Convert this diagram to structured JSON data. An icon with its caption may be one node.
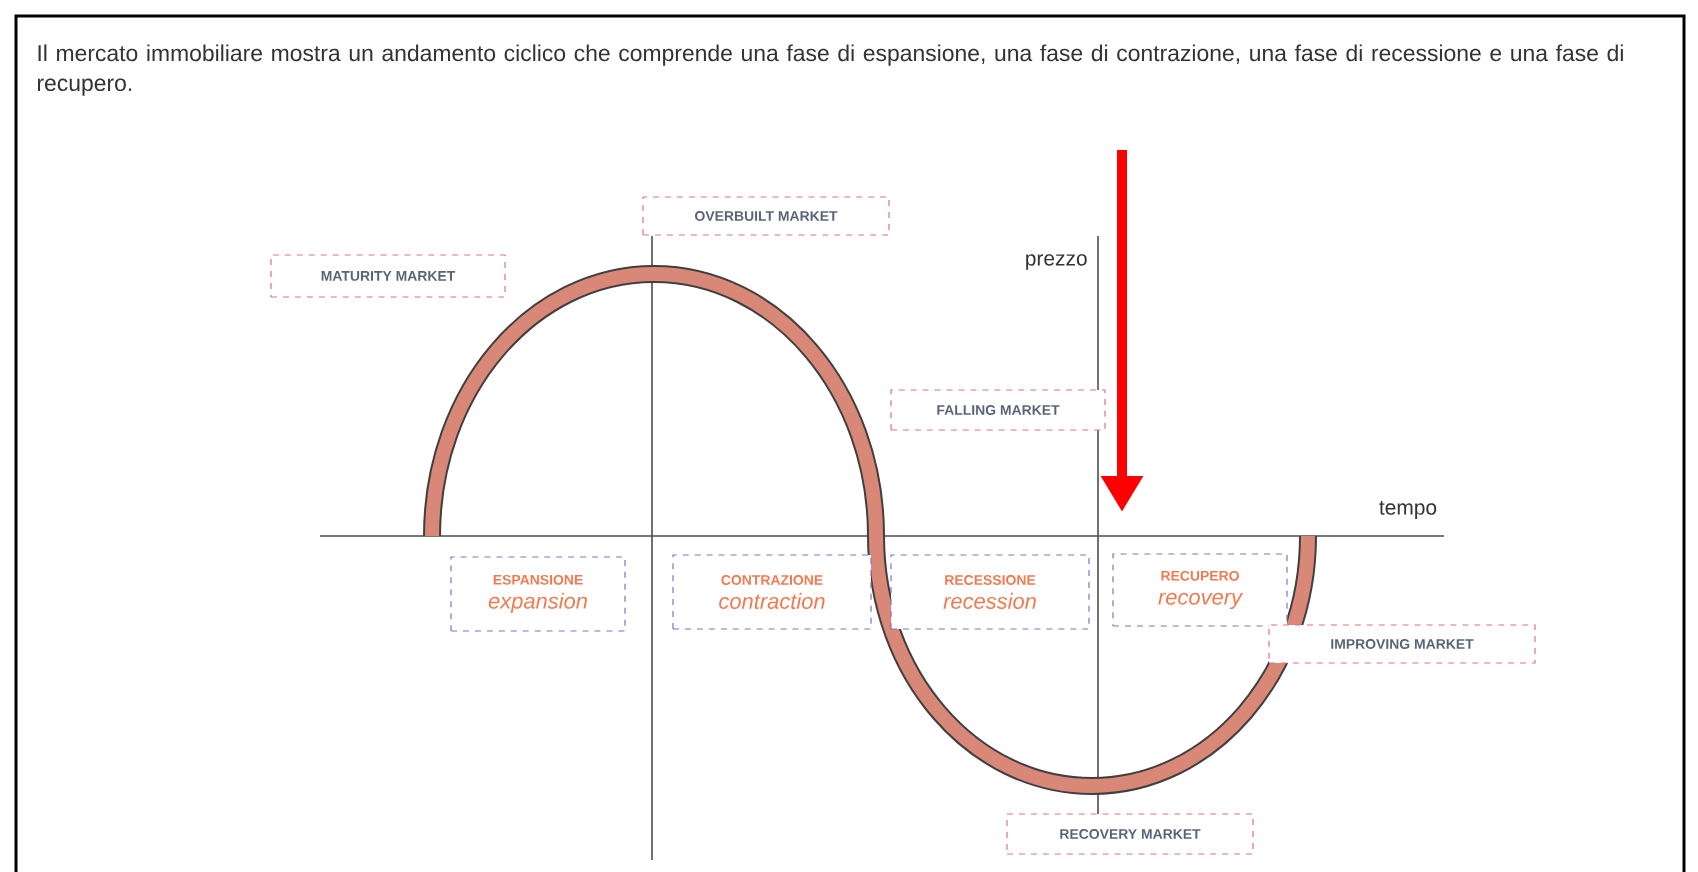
{
  "diagram": {
    "title": "Il mercato immobiliare mostra un andamento ciclico che comprende una fase di espansione, una fase di contrazione, una fase di recessione e una fase di recupero.",
    "nodes": [
      {
        "text": [
          "OVERBUILT MARKET"
        ]
      },
      {
        "text": [
          "MATURITY MARKET"
        ]
      },
      {
        "text": [
          "FALLING MARKET"
        ]
      },
      {
        "text": [
          "ESPANSIONE",
          "expansion"
        ]
      },
      {
        "text": [
          "CONTRAZIONE",
          "contraction"
        ]
      },
      {
        "text": [
          "RECESSIONE",
          "recession"
        ]
      },
      {
        "text": [
          "RECUPERO",
          "recovery"
        ]
      },
      {
        "text": [
          "IMPROVING MARKET"
        ]
      },
      {
        "text": [
          "RECOVERY MARKET"
        ]
      }
    ],
    "labels": [
      "prezzo",
      "tempo"
    ]
  }
}
